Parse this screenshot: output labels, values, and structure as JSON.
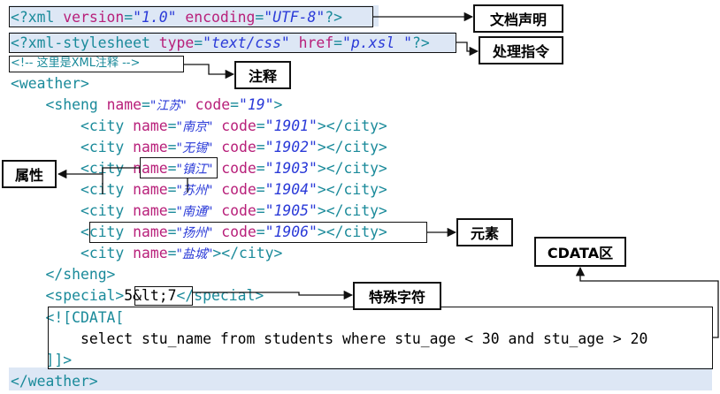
{
  "code": {
    "xml_decl": {
      "open": "<?xml ",
      "version_attr": "version",
      "eq1": "=",
      "version_val": "\"1.0\"",
      "encoding_attr": " encoding",
      "eq2": "=",
      "encoding_val": "\"UTF-8\"",
      "close": "?>"
    },
    "stylesheet": {
      "open": "<?xml-stylesheet ",
      "type_attr": "type",
      "eq1": "=",
      "type_val": "\"text/css\"",
      "href_attr": " href",
      "eq2": "=",
      "href_val": "\"p.xsl \"",
      "close": "?>"
    },
    "comment": "<!-- 这里是XML注释 -->",
    "weather_open": "<weather>",
    "sheng": {
      "open": "<sheng ",
      "name_attr": "name",
      "eq": "=",
      "name_val": "\"江苏\"",
      "code_attr": " code",
      "code_eq": "=",
      "code_val": "\"19\"",
      "close": ">"
    },
    "cities": [
      {
        "name": "\"南京\"",
        "code": "\"1901\""
      },
      {
        "name": "\"无锡\"",
        "code": "\"1902\""
      },
      {
        "name": "\"镇江\"",
        "code": "\"1903\""
      },
      {
        "name": "\"苏州\"",
        "code": "\"1904\""
      },
      {
        "name": "\"南通\"",
        "code": "\"1905\""
      },
      {
        "name": "\"扬州\"",
        "code": "\"1906\""
      },
      {
        "name": "\"盐城\"",
        "code": null
      }
    ],
    "city_tag": {
      "open": "<city ",
      "name_attr": "name",
      "eq": "=",
      "code_attr": " code",
      "close": "></city>"
    },
    "sheng_close": "</sheng>",
    "special": {
      "open": "<special>",
      "content": "5&lt;7",
      "close": "</special>"
    },
    "cdata": {
      "open": "<![CDATA[",
      "content": "select stu_name from students where stu_age < 30 and stu_age > 20",
      "close": "]]>"
    },
    "weather_close": "</weather>"
  },
  "labels": {
    "declaration": "文档声明",
    "instruction": "处理指令",
    "comment": "注释",
    "attribute": "属性",
    "element": "元素",
    "cdata": "CDATA区",
    "special_char": "特殊字符"
  }
}
